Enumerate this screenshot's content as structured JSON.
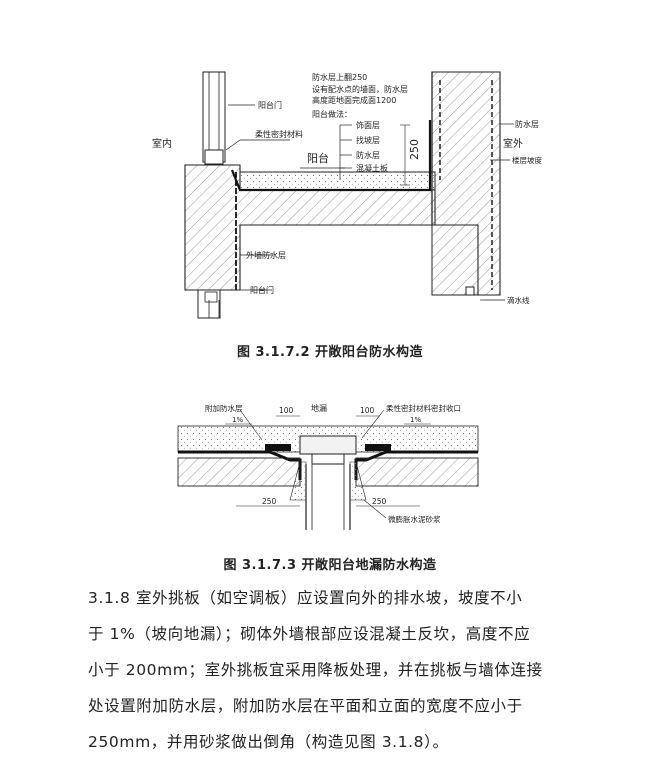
{
  "figure1": {
    "caption": "图 3.1.7.2 开敞阳台防水构造",
    "labels": {
      "indoor": "室内",
      "balcony": "阳台",
      "outdoor": "室外",
      "balcony_door_top": "阳台门",
      "balcony_door_bottom": "阳台门",
      "flexible_sealant": "柔性密封材料",
      "exterior_wall_wp": "外墙防水层",
      "wp_up_250": "防水层上翻250",
      "drain_note_1": "设有配水点的墙面，防水层",
      "drain_note_2": "高度距地面完成面1200",
      "balcony_method": "阳台做法：",
      "finish_layer": "饰面层",
      "screed_layer": "找坡层",
      "wp_layer": "防水层",
      "slab": "混凝土板",
      "dim_250": "250",
      "wp_layer_right": "防水层",
      "floor_slope": "楼层坡度",
      "drip_line": "滴水线"
    }
  },
  "figure2": {
    "caption": "图 3.1.7.3 开敞阳台地漏防水构造",
    "labels": {
      "additional_wp": "附加防水层",
      "dim_100_left": "100",
      "floor_drain": "地漏",
      "dim_100_right": "100",
      "flex_seal_close": "柔性密封材料密封收口",
      "slope_left": "1%",
      "slope_right": "1%",
      "dim_250_left": "250",
      "dim_250_right": "250",
      "micro_expansion": "微膨胀水泥砂浆"
    }
  },
  "body": {
    "lines": [
      "3.1.8  室外挑板（如空调板）应设置向外的排水坡，坡度不小",
      "于 1%（坡向地漏）；砌体外墙根部应设混凝土反坎，高度不应",
      "小于 200mm；室外挑板宜采用降板处理，并在挑板与墙体连接",
      "处设置附加防水层，附加防水层在平面和立面的宽度不应小于",
      "250mm，并用砂浆做出倒角（构造见图 3.1.8）。"
    ]
  }
}
